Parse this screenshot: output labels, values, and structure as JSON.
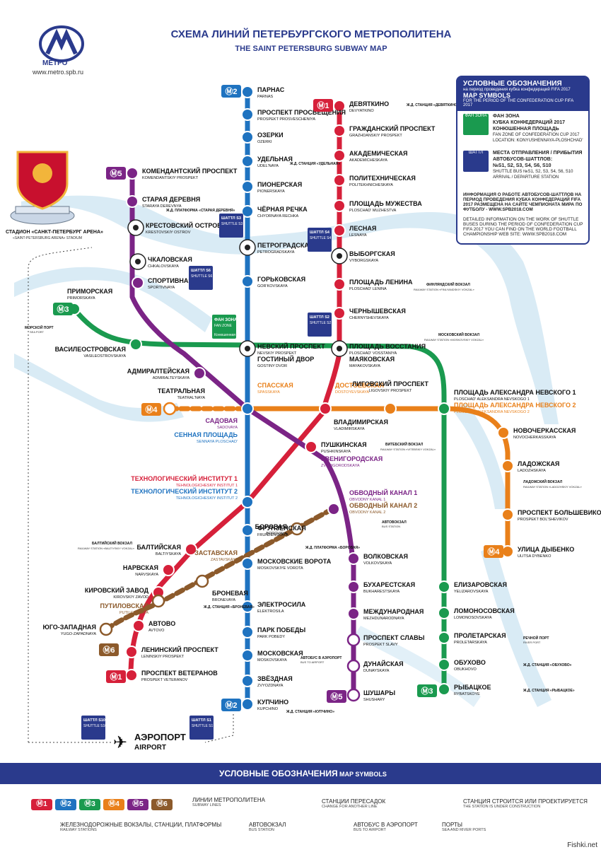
{
  "header": {
    "title": "СХЕМА ЛИНИЙ ПЕТЕРБУРГСКОГО МЕТРОПОЛИТЕНА",
    "subtitle": "THE SAINT PETERSBURG SUBWAY MAP",
    "logo_text": "МЕТРО",
    "url": "www.metro.spb.ru"
  },
  "colors": {
    "line1": "#d6203a",
    "line2": "#1f73c0",
    "line3": "#1a9a4f",
    "line4": "#e9801a",
    "line5": "#7b2486",
    "line6": "#8c5a2b",
    "river": "#cfe6f3",
    "brand": "#2a3a8c"
  },
  "legend_box": {
    "title": "УСЛОВНЫЕ ОБОЗНАЧЕНИЯ",
    "title_sub": "на период проведения кубка конфедераций FIFA 2017",
    "map_symbols": "MAP SYMBOLS",
    "map_symbols_sub": "FOR THE PERIOD OF THE CONFEDERATION CUP FIFA 2017",
    "fan_zone_badge": "ФАН ЗОНА",
    "fan_zone_text1": "ФАН ЗОНА",
    "fan_zone_text2": "КУБКА КОНФЕДЕРАЦИЙ 2017",
    "fan_zone_text3": "КОНЮШЕННАЯ ПЛОЩАДЬ",
    "fan_zone_en": "FAN ZONE OF CONFEDERATION CUP 2017",
    "fan_zone_loc": "LOCATION: KONYUSHENNAYA-PLOSHCHAD'",
    "shuttle_badge": "ШАТТЛ",
    "shuttle_text1": "МЕСТА ОТПРАВЛЕНИЯ / ПРИБЫТИЯ",
    "shuttle_text2": "АВТОБУСОВ-ШАТТЛОВ:",
    "shuttle_text3": "№S1, S2, S3, S4, S6, S10",
    "shuttle_en": "SHUTTLE BUS №S1, S2, S3, S4, S6, S10",
    "shuttle_en2": "ARRIVAL / DEPARTURE STATION",
    "info_ru": "ИНФОРМАЦИЯ О РАБОТЕ АВТОБУСОВ-ШАТТЛОВ НА ПЕРИОД ПРОВЕДЕНИЯ КУБКА КОНФЕДЕРАЦИЙ FIFA 2017 РАЗМЕЩЕНА НА САЙТЕ ЧЕМПИОНАТА МИРА ПО ФУТБОЛУ - WWW.SPB2018.COM",
    "info_en": "DETAILED INFORMATION ON THE WORK OF SHUTTLE BUSES DURING THE PERIOD OF CONFEDERATION CUP FIFA 2017 YOU CAN FIND ON THE WORLD FOOTBALL CHAMPIONSHIP WEB SITE: WWW.SPB2018.COM"
  },
  "line_badges": [
    {
      "label": "1",
      "color": "line1"
    },
    {
      "label": "2",
      "color": "line2"
    },
    {
      "label": "3",
      "color": "line3"
    },
    {
      "label": "4",
      "color": "line4"
    },
    {
      "label": "5",
      "color": "line5"
    },
    {
      "label": "6",
      "color": "line6"
    }
  ],
  "stations": [
    {
      "ru": "ПАРНАС",
      "en": "PARNAS",
      "line": "line2"
    },
    {
      "ru": "ПРОСПЕКТ ПРОСВЕЩЕНИЯ",
      "en": "PROSPEKT PROSVESCHENIYA",
      "line": "line2"
    },
    {
      "ru": "ОЗЕРКИ",
      "en": "OZERKI",
      "line": "line2"
    },
    {
      "ru": "УДЕЛЬНАЯ",
      "en": "UDEL'NAYA",
      "line": "line2"
    },
    {
      "ru": "ПИОНЕРСКАЯ",
      "en": "PIONERSKAYA",
      "line": "line2"
    },
    {
      "ru": "ЧЁРНАЯ РЕЧКА",
      "en": "CHYORNAYA RECHKA",
      "line": "line2"
    },
    {
      "ru": "ПЕТРОГРАДСКАЯ",
      "en": "PETROGRADSKAYA",
      "line": "line2"
    },
    {
      "ru": "ГОРЬКОВСКАЯ",
      "en": "GOR'KOVSKAYA",
      "line": "line2"
    },
    {
      "ru": "НЕВСКИЙ ПРОСПЕКТ",
      "en": "NEVSKIY PROSPEKT",
      "line": "line2"
    },
    {
      "ru": "СЕННАЯ ПЛОЩАДЬ",
      "en": "SENNAYA PLOSCHAD'",
      "line": "line2"
    },
    {
      "ru": "ТЕХНОЛОГИЧЕСКИЙ ИНСТИТУТ 2",
      "en": "TEHNOLOGICHESKIY INSTITUT 2",
      "line": "line2"
    },
    {
      "ru": "ФРУНЗЕНСКАЯ",
      "en": "FRUNZENSKAYA",
      "line": "line2"
    },
    {
      "ru": "МОСКОВСКИЕ ВОРОТА",
      "en": "MOSKOVSKIYE VOROTA",
      "line": "line2"
    },
    {
      "ru": "ЭЛЕКТРОСИЛА",
      "en": "ELEKTROSILA",
      "line": "line2"
    },
    {
      "ru": "ПАРК ПОБЕДЫ",
      "en": "PARK POBEDY",
      "line": "line2"
    },
    {
      "ru": "МОСКОВСКАЯ",
      "en": "MOSKOVSKAYA",
      "line": "line2"
    },
    {
      "ru": "ЗВЁЗДНАЯ",
      "en": "ZVYOZDNAYA",
      "line": "line2"
    },
    {
      "ru": "КУПЧИНО",
      "en": "KUPCHINO",
      "line": "line2"
    },
    {
      "ru": "ДЕВЯТКИНО",
      "en": "DEVYATKINO",
      "line": "line1"
    },
    {
      "ru": "ГРАЖДАНСКИЙ ПРОСПЕКТ",
      "en": "GRAZHDANSKIY PROSPEKT",
      "line": "line1"
    },
    {
      "ru": "АКАДЕМИЧЕСКАЯ",
      "en": "AKADEMICHESKAYA",
      "line": "line1"
    },
    {
      "ru": "ПОЛИТЕХНИЧЕСКАЯ",
      "en": "POLITEKHNICHESKAYA",
      "line": "line1"
    },
    {
      "ru": "ПЛОЩАДЬ МУЖЕСТВА",
      "en": "PLOSCHAD' MUZHESTVA",
      "line": "line1"
    },
    {
      "ru": "ЛЕСНАЯ",
      "en": "LESNAYA",
      "line": "line1"
    },
    {
      "ru": "ВЫБОРГСКАЯ",
      "en": "VYBORGSKAYA",
      "line": "line1"
    },
    {
      "ru": "ПЛОЩАДЬ ЛЕНИНА",
      "en": "PLOSCHAD' LENINA",
      "line": "line1"
    },
    {
      "ru": "ЧЕРНЫШЕВСКАЯ",
      "en": "CHERNYSHEVSKAYA",
      "line": "line1"
    },
    {
      "ru": "ПЛОЩАДЬ ВОССТАНИЯ",
      "en": "PLOSCHAD' VOSSTANIYA",
      "line": "line1"
    },
    {
      "ru": "ВЛАДИМИРСКАЯ",
      "en": "VLADIMIRSKAYA",
      "line": "line1"
    },
    {
      "ru": "ПУШКИНСКАЯ",
      "en": "PUSHKINSKAYA",
      "line": "line1"
    },
    {
      "ru": "ТЕХНОЛОГИЧЕСКИЙ ИНСТИТУТ 1",
      "en": "TEHNOLOGICHESKIY INSTITUT 1",
      "line": "line1"
    },
    {
      "ru": "БАЛТИЙСКАЯ",
      "en": "BALTIYSKAYA",
      "line": "line1"
    },
    {
      "ru": "НАРВСКАЯ",
      "en": "NARVSKAYA",
      "line": "line1"
    },
    {
      "ru": "КИРОВСКИЙ ЗАВОД",
      "en": "KIROVSKIY ZAVOD",
      "line": "line1"
    },
    {
      "ru": "АВТОВО",
      "en": "AVTOVO",
      "line": "line1"
    },
    {
      "ru": "ЛЕНИНСКИЙ ПРОСПЕКТ",
      "en": "LENINSKIY PROSPEKT",
      "line": "line1"
    },
    {
      "ru": "ПРОСПЕКТ ВЕТЕРАНОВ",
      "en": "PROSPEKT VETERANOV",
      "line": "line1"
    },
    {
      "ru": "ПРИМОРСКАЯ",
      "en": "PRIMORSKAYA",
      "line": "line3"
    },
    {
      "ru": "ВАСИЛЕОСТРОВСКАЯ",
      "en": "VASILEOSTROVSKAYA",
      "line": "line3"
    },
    {
      "ru": "ГОСТИНЫЙ ДВОР",
      "en": "GOSTINY DVOR",
      "line": "line3"
    },
    {
      "ru": "МАЯКОВСКАЯ",
      "en": "MAYAKOVSKAYA",
      "line": "line3"
    },
    {
      "ru": "ПЛОЩАДЬ АЛЕКСАНДРА НЕВСКОГО 1",
      "en": "PLOSCHAD' ALEKSANDRA NEVSKOGO 1",
      "line": "line3"
    },
    {
      "ru": "ЕЛИЗАРОВСКАЯ",
      "en": "YELIZAROVSKAYA",
      "line": "line3"
    },
    {
      "ru": "ЛОМОНОСОВСКАЯ",
      "en": "LOMONOSOVSKAYA",
      "line": "line3"
    },
    {
      "ru": "ПРОЛЕТАРСКАЯ",
      "en": "PROLETARSKAYA",
      "line": "line3"
    },
    {
      "ru": "ОБУХОВО",
      "en": "OBUKHOVO",
      "line": "line3"
    },
    {
      "ru": "РЫБАЦКОЕ",
      "en": "RYBATSKOYE",
      "line": "line3"
    },
    {
      "ru": "ТЕАТРАЛЬНАЯ",
      "en": "TEATRAL'NAYA",
      "line": "line4"
    },
    {
      "ru": "СПАССКАЯ",
      "en": "SPASSKAYA",
      "line": "line4"
    },
    {
      "ru": "ДОСТОЕВСКАЯ",
      "en": "DOSTOYEVSKAYA",
      "line": "line4"
    },
    {
      "ru": "ЛИГОВСКИЙ ПРОСПЕКТ",
      "en": "LIGOVSKIY PROSPEKT",
      "line": "line4"
    },
    {
      "ru": "ПЛОЩАДЬ АЛЕКСАНДРА НЕВСКОГО 2",
      "en": "PLOSCHAD' ALEKSANDRA NEVSKOGO 2",
      "line": "line4"
    },
    {
      "ru": "НОВОЧЕРКАССКАЯ",
      "en": "NOVOCHERKASSKAYA",
      "line": "line4"
    },
    {
      "ru": "ЛАДОЖСКАЯ",
      "en": "LADOZHSKAYA",
      "line": "line4"
    },
    {
      "ru": "ПРОСПЕКТ БОЛЬШЕВИКОВ",
      "en": "PROSPEKT BOL'SHEVIKOV",
      "line": "line4"
    },
    {
      "ru": "УЛИЦА ДЫБЕНКО",
      "en": "ULITSA DYBENKO",
      "line": "line4"
    },
    {
      "ru": "КОМЕНДАНТСКИЙ ПРОСПЕКТ",
      "en": "KOMENDANTSKIY PROSPEKT",
      "line": "line5"
    },
    {
      "ru": "СТАРАЯ ДЕРЕВНЯ",
      "en": "STARAYA DEREVNYA",
      "line": "line5"
    },
    {
      "ru": "КРЕСТОВСКИЙ ОСТРОВ",
      "en": "KRESTOVSKIY OSTROV",
      "line": "line5"
    },
    {
      "ru": "ЧКАЛОВСКАЯ",
      "en": "CHKALOVSKAYA",
      "line": "line5"
    },
    {
      "ru": "СПОРТИВНАЯ",
      "en": "SPORTIVNAYA",
      "line": "line5"
    },
    {
      "ru": "АДМИРАЛТЕЙСКАЯ",
      "en": "ADMIRALTEYSKAYA",
      "line": "line5"
    },
    {
      "ru": "САДОВАЯ",
      "en": "SADOVAYA",
      "line": "line5"
    },
    {
      "ru": "ЗВЕНИГОРОДСКАЯ",
      "en": "ZVENIGORODSKAYA",
      "line": "line5"
    },
    {
      "ru": "ОБВОДНЫЙ КАНАЛ 1",
      "en": "OBVODNY KANAL 1",
      "line": "line5"
    },
    {
      "ru": "ВОЛКОВСКАЯ",
      "en": "VOLKOVSKAYA",
      "line": "line5"
    },
    {
      "ru": "БУХАРЕСТСКАЯ",
      "en": "BUKHARESTSKAYA",
      "line": "line5"
    },
    {
      "ru": "МЕЖДУНАРОДНАЯ",
      "en": "MEZHDUNARODNAYA",
      "line": "line5"
    },
    {
      "ru": "ПРОСПЕКТ СЛАВЫ",
      "en": "PROSPEKT SLAVY",
      "line": "line5"
    },
    {
      "ru": "ДУНАЙСКАЯ",
      "en": "DUNAYSKAYA",
      "line": "line5"
    },
    {
      "ru": "ШУШАРЫ",
      "en": "SHUSHARY",
      "line": "line5"
    },
    {
      "ru": "ОБВОДНЫЙ КАНАЛ 2",
      "en": "OBVODNY KANAL 2",
      "line": "line6"
    },
    {
      "ru": "БОРОВАЯ",
      "en": "BOROVAYA",
      "line": "line6"
    },
    {
      "ru": "ЗАСТАВСКАЯ",
      "en": "ZASTAVSKAYA",
      "line": "line6"
    },
    {
      "ru": "БРОНЕВАЯ",
      "en": "BRONEVAYA",
      "line": "line6"
    },
    {
      "ru": "ПУТИЛОВСКАЯ",
      "en": "PUTILOVSKAYA",
      "line": "line6"
    },
    {
      "ru": "ЮГО-ЗАПАДНАЯ",
      "en": "YUGO-ZAPADNAYA",
      "line": "line6"
    }
  ],
  "annotations": {
    "stadium": "СТАДИОН «САНКТ-ПЕТЕРБУРГ АРЕНА»",
    "stadium_en": "«SAINT-PETERSBURG ARENA» STADIUM",
    "airport_ru": "АЭРОПОРТ",
    "airport_en": "AIRPORT",
    "fan_zone": "ФАН ЗОНА",
    "fan_zone_en": "FAN ZONE",
    "fan_zone_loc": "Конюшенная пл.",
    "shuttle_s3": "ШАТТЛ S3",
    "shuttle_s3_en": "SHUTTLE S3",
    "shuttle_s4": "ШАТТЛ S4",
    "shuttle_s4_en": "SHUTTLE S4",
    "shuttle_s6": "ШАТТЛ S6",
    "shuttle_s6_en": "SHUTTLE S6",
    "shuttle_s2": "ШАТТЛ S2",
    "shuttle_s2_en": "SHUTTLE S2",
    "shuttle_s10": "ШАТТЛ S10",
    "shuttle_s10_en": "SHUTTLE S10",
    "shuttle_s1": "ШАТТЛ S1",
    "shuttle_s1_en": "SHUTTLE S1",
    "sea_port": "МОРСКОЙ ПОРТ",
    "sea_port_en": "SEA PORT",
    "river_port": "РЕЧНОЙ ПОРТ",
    "river_port_en": "RIVER PORT",
    "rail_finland": "ФИНЛЯНДСКИЙ ВОКЗАЛ",
    "rail_finland_en": "RAILWAY STATION «FINLYANDSKIY VOKZAL»",
    "rail_moscow": "МОСКОВСКИЙ ВОКЗАЛ",
    "rail_moscow_en": "RAILWAY STATION «MOSKOVSKIY VOKZAL»",
    "rail_vitebsk": "ВИТЕБСКИЙ ВОКЗАЛ",
    "rail_vitebsk_en": "RAILWAY STATION «VITEBSKIY VOKZAL»",
    "rail_baltic": "БАЛТИЙСКИЙ ВОКЗАЛ",
    "rail_baltic_en": "RAILWAY STATION «BALTIYSKIY VOKZAL»",
    "rail_ladoga": "ЛАДОЖСКИЙ ВОКЗАЛ",
    "rail_ladoga_en": "RAILWAY STATION «LADOZHSKIY VOKZAL»",
    "rail_udelnaya": "Ж.Д. СТАНЦИЯ «УДЕЛЬНАЯ»",
    "rail_devyatkino": "Ж.Д. СТАНЦИЯ «ДЕВЯТКИНО»",
    "rail_staraya": "Ж.Д. ПЛАТФОРМА «СТАРАЯ ДЕРЕВНЯ»",
    "rail_borovaya": "Ж.Д. ПЛАТФОРМА «БОРОВАЯ»",
    "rail_broneva": "Ж.Д. СТАНЦИЯ «БРОНЕВАЯ»",
    "rail_kupchino": "Ж.Д. СТАНЦИЯ «КУПЧИНО»",
    "rail_obukhovo": "Ж.Д. СТАНЦИЯ «ОБУХОВО»",
    "rail_rybatskoe": "Ж.Д. СТАНЦИЯ «РЫБАЦКОЕ»",
    "bus_station": "АВТОВОКЗАЛ",
    "bus_station_en": "BUS STATION",
    "bus_airport": "АВТОБУС В АЭРОПОРТ",
    "bus_airport_en": "BUS TO AIRPORT"
  },
  "footer": {
    "title": "УСЛОВНЫЕ ОБОЗНАЧЕНИЯ",
    "subtitle": "MAP SYMBOLS",
    "lines_ru": "ЛИНИИ МЕТРОПОЛИТЕНА",
    "lines_en": "SUBWAY LINES",
    "transfer_ru": "СТАНЦИИ ПЕРЕСАДОК",
    "transfer_en": "CHANGE FOR ANOTHER LINE",
    "construction_ru": "СТАНЦИЯ СТРОИТСЯ ИЛИ ПРОЕКТИРУЕТСЯ",
    "construction_en": "THE STATION IS UNDER CONSTRUCTION",
    "rail_ru": "ЖЕЛЕЗНОДОРОЖНЫЕ ВОКЗАЛЫ, СТАНЦИИ, ПЛАТФОРМЫ",
    "rail_en": "RAILWAY STATIONS",
    "bus_ru": "АВТОВОКЗАЛ",
    "bus_en": "BUS STATION",
    "airport_bus_ru": "АВТОБУС В АЭРОПОРТ",
    "airport_bus_en": "BUS TO AIRPORT",
    "ports_ru": "ПОРТЫ",
    "ports_en": "SEA AND RIVER PORTS",
    "watermark": "Fishki.net"
  }
}
